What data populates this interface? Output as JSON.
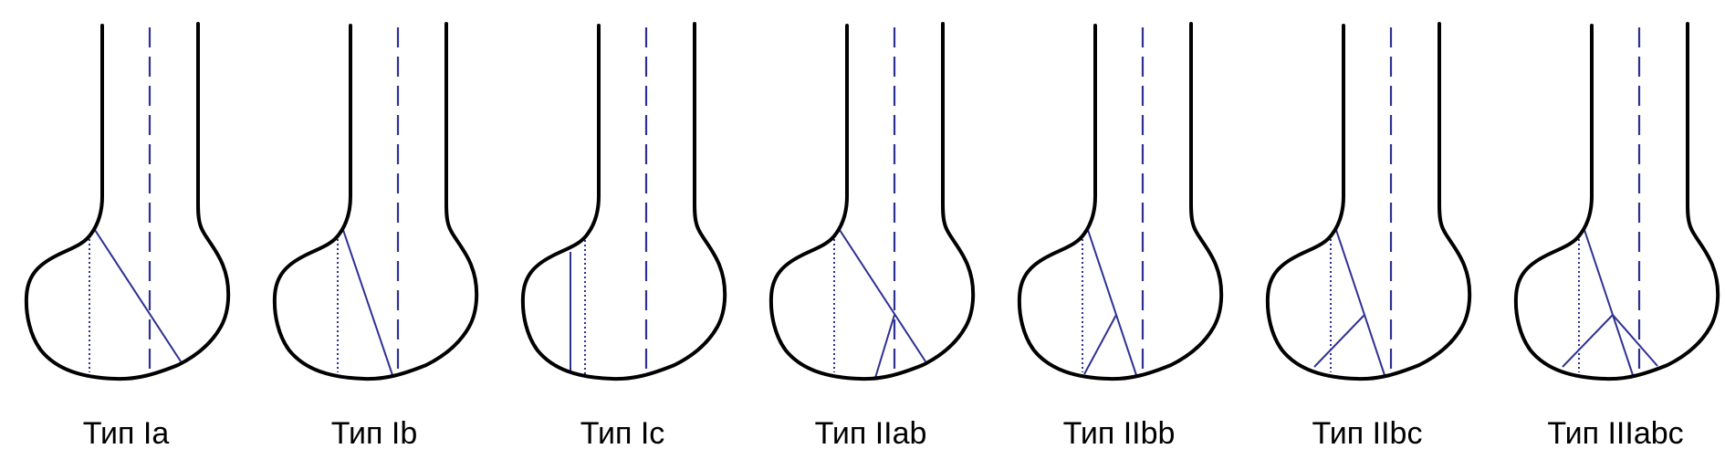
{
  "colors": {
    "outline": "#000000",
    "fracture": "#2e3192"
  },
  "panels": [
    {
      "label": "Тип Ia",
      "type": "Ia"
    },
    {
      "label": "Тип Ib",
      "type": "Ib"
    },
    {
      "label": "Тип Ic",
      "type": "Ic"
    },
    {
      "label": "Тип IIab",
      "type": "IIab"
    },
    {
      "label": "Тип IIbb",
      "type": "IIbb"
    },
    {
      "label": "Тип IIbc",
      "type": "IIbc"
    },
    {
      "label": "Тип IIIabc",
      "type": "IIIabc"
    }
  ]
}
